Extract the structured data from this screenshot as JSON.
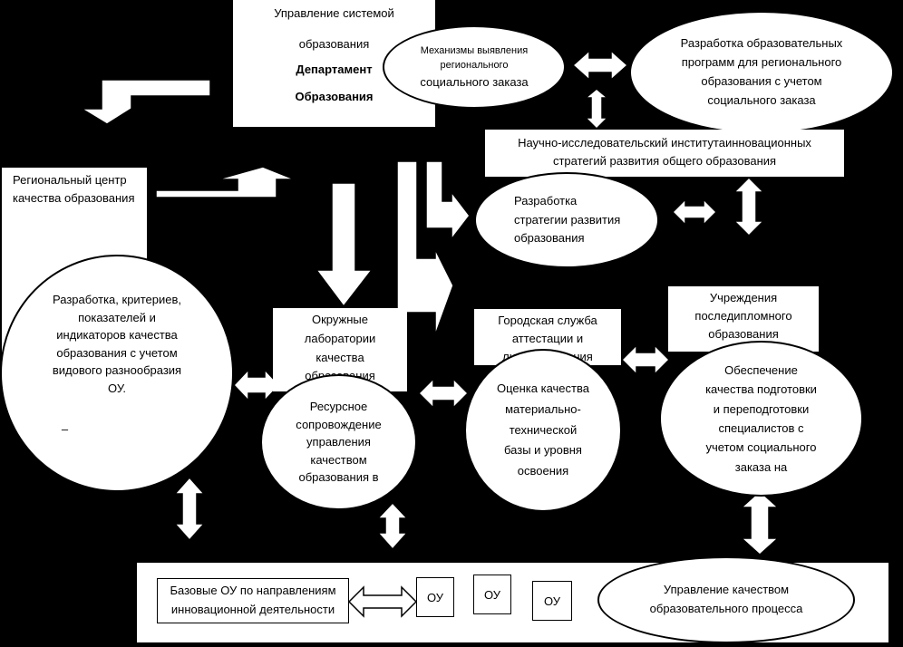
{
  "nodes": {
    "management": [
      "Управление системой",
      "образования",
      "Департамент",
      "Образования"
    ],
    "mechanisms": [
      "Механизмы выявления",
      "регионального",
      "социального заказа"
    ],
    "programs": [
      "Разработка образовательных",
      "программ для регионального",
      "образования с учетом",
      "социального заказа"
    ],
    "research_institute": [
      "Научно-исследовательский институтаинновационных",
      "стратегий развития общего образования"
    ],
    "strategy": [
      "Разработка",
      "стратегии развития",
      "образования"
    ],
    "regional_center": [
      "Региональный центр",
      "качества образования"
    ],
    "criteria": [
      "Разработка, критериев,",
      "показателей и",
      "индикаторов качества",
      "образования с учетом",
      "видового разнообразия",
      "ОУ."
    ],
    "criteria_dash": "–",
    "district_labs": [
      "Окружные",
      "лаборатории",
      "качества",
      "образования"
    ],
    "resource_support": [
      "Ресурсное",
      "сопровождение",
      "управления",
      "качеством",
      "образования в"
    ],
    "city_service": [
      "Городская служба",
      "аттестации и",
      "лицензирования"
    ],
    "quality_assessment": [
      "Оценка качества",
      "материально-",
      "технической",
      "базы и уровня",
      "освоения"
    ],
    "postgrad": [
      "Учреждения",
      "последипломного",
      "образования"
    ],
    "training": [
      "Обеспечение",
      "качества подготовки",
      "и переподготовки",
      "специалистов с",
      "учетом социального",
      "заказа на"
    ],
    "base_ou": [
      "Базовые ОУ по направлениям",
      "инновационной деятельности"
    ],
    "ou_labels": [
      "ОУ",
      "ОУ",
      "ОУ"
    ],
    "process_management": [
      "Управление качеством",
      "образовательного процесса"
    ]
  }
}
